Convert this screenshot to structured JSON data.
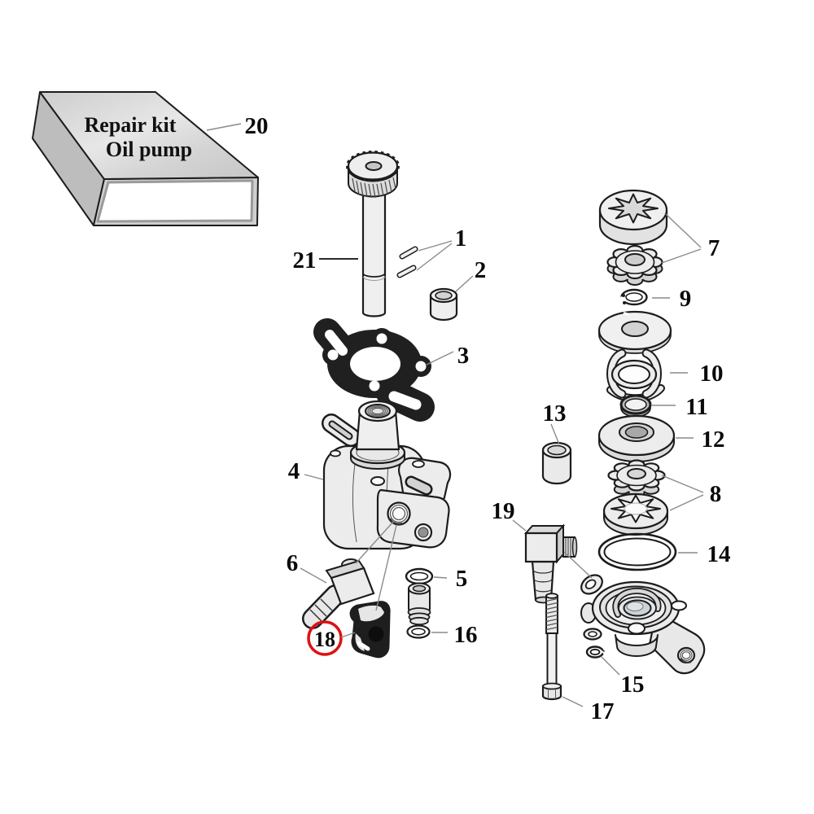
{
  "diagram": {
    "kind": "exploded-parts-diagram",
    "kit_box": {
      "line1": "Repair kit",
      "line2": "Oil pump"
    },
    "highlighted_callout": "18",
    "colors": {
      "outline": "#1c1c1c",
      "fill_light": "#ececec",
      "fill_mid": "#dcdcdc",
      "gasket": "#202020",
      "leader_line": "#8a8a8a",
      "highlight_circle": "#dd1111",
      "label_text": "#0a0a0a",
      "background": "#ffffff"
    },
    "callouts": {
      "p1": {
        "label": "1"
      },
      "p2": {
        "label": "2"
      },
      "p3": {
        "label": "3"
      },
      "p4": {
        "label": "4"
      },
      "p5": {
        "label": "5"
      },
      "p6": {
        "label": "6"
      },
      "p7": {
        "label": "7"
      },
      "p8": {
        "label": "8"
      },
      "p9": {
        "label": "9"
      },
      "p10": {
        "label": "10"
      },
      "p11": {
        "label": "11"
      },
      "p12": {
        "label": "12"
      },
      "p13": {
        "label": "13"
      },
      "p14": {
        "label": "14"
      },
      "p15": {
        "label": "15"
      },
      "p16": {
        "label": "16"
      },
      "p17": {
        "label": "17"
      },
      "p18": {
        "label": "18"
      },
      "p19": {
        "label": "19"
      },
      "p20": {
        "label": "20"
      },
      "p21": {
        "label": "21"
      }
    }
  }
}
